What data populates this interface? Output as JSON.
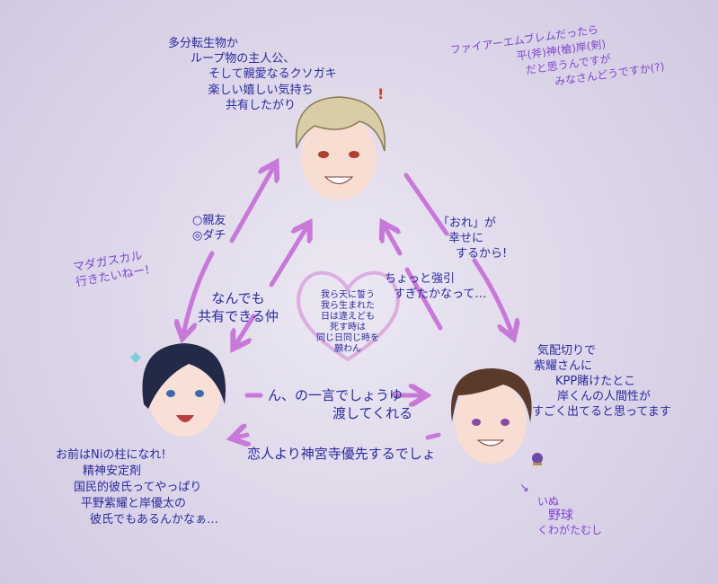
{
  "characters": {
    "top": {
      "notes": [
        "多分転生物か",
        "ループ物の主人公、",
        "そして親愛なるクソガキ"
      ],
      "feeling": [
        "楽しい嬉しい気持ち",
        "共有したがり"
      ]
    },
    "left": {
      "notes": [
        "お前はNiの柱になれ!",
        "精神安定剤",
        "国民的彼氏ってやっぱり",
        "平野紫耀と岸優太の",
        "彼氏でもあるんかなぁ…"
      ],
      "wish": [
        "マダガスカル",
        "行きたいねー!"
      ]
    },
    "right": {
      "notes": [
        "気配切りで",
        "紫耀さんに",
        "KPP賭けたとこ",
        "岸くんの人間性が",
        "すごく出てると思ってます"
      ],
      "likes": [
        "いぬ",
        "野球",
        "くわがたむし"
      ]
    }
  },
  "fire_emblem_note": [
    "ファイアーエムブレムだったら",
    "平(斧)神(槍)岸(剣)",
    "だと思うんですが",
    "みなさんどうですか(?)"
  ],
  "relations": {
    "left_top": [
      "○親友",
      "◎ダチ"
    ],
    "left_top_inner": [
      "なんでも",
      "共有できる仲"
    ],
    "top_right": [
      "「おれ」が",
      "幸せに",
      "するから!"
    ],
    "right_top_inner": [
      "ちょっと強引",
      "すぎたかなって…"
    ],
    "left_right": [
      "ん、の一言でしょうゆ",
      "渡してくれる"
    ],
    "right_left": "恋人より神宮寺優先するでしょ"
  },
  "oath": [
    "我ら天に誓う",
    "我ら生まれた",
    "日は違えども",
    "死す時は",
    "同じ日同じ時を",
    "願わん"
  ],
  "colors": {
    "text": "#2a2aa0",
    "note": "#7f45cf",
    "arrow": "#c878d8",
    "heart": "#dcaee0"
  }
}
